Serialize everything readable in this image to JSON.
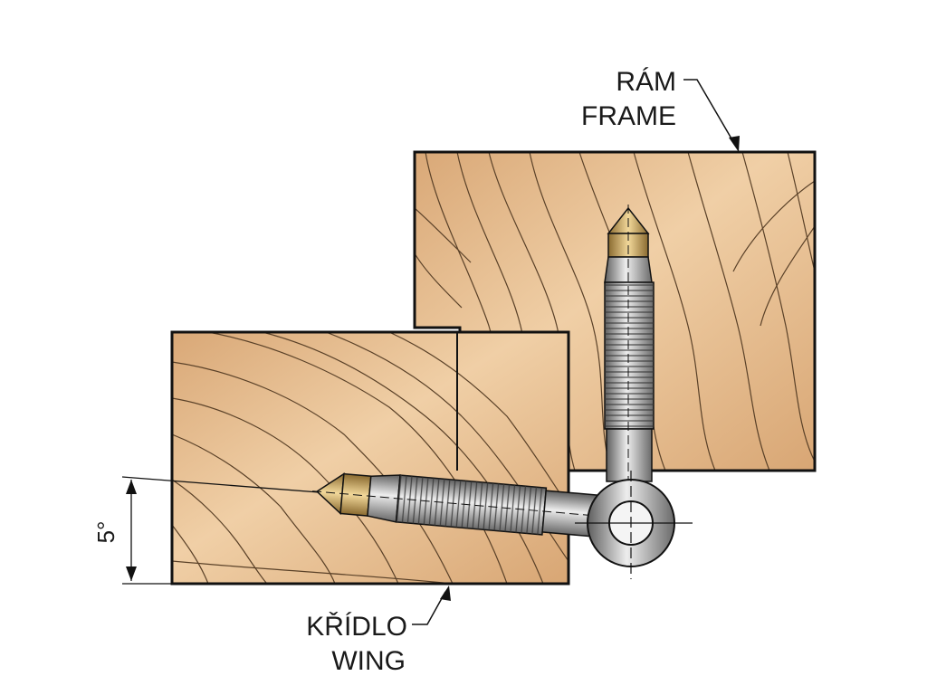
{
  "labels": {
    "frame_cz": "RÁM",
    "frame_en": "FRAME",
    "wing_cz": "KŘÍDLO",
    "wing_en": "WING",
    "angle": "5°"
  },
  "colors": {
    "wood": "#e3b98a",
    "wood_light": "#f1d3ad",
    "grain": "#5a4128",
    "outline": "#111111",
    "metal_dark": "#6f6f6f",
    "metal_light": "#e6e6e6",
    "brass": "#c9a25a"
  }
}
